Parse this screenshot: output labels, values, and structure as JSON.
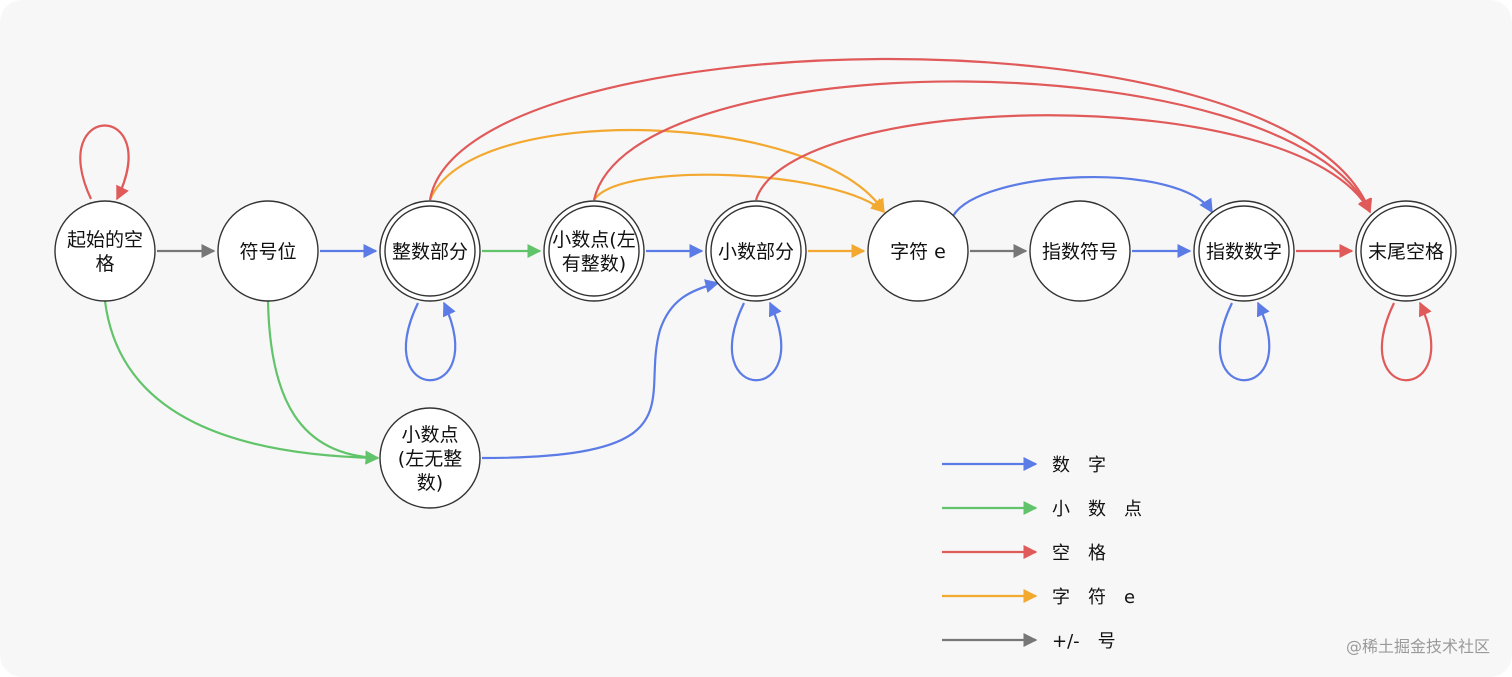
{
  "colors": {
    "digit": "#5b7be6",
    "dot": "#62c46a",
    "space": "#e05a5a",
    "e": "#f3a82f",
    "sign": "#777777",
    "background": "#f7f7f7",
    "node_fill": "#ffffff",
    "node_stroke": "#333333"
  },
  "states": [
    {
      "id": "start_space",
      "lines": [
        "起始的空",
        "格"
      ],
      "accepting": false
    },
    {
      "id": "sign",
      "lines": [
        "符号位"
      ],
      "accepting": false
    },
    {
      "id": "integer",
      "lines": [
        "整数部分"
      ],
      "accepting": true
    },
    {
      "id": "dot_left_int",
      "lines": [
        "小数点(左",
        "有整数)"
      ],
      "accepting": true
    },
    {
      "id": "fraction",
      "lines": [
        "小数部分"
      ],
      "accepting": true
    },
    {
      "id": "char_e",
      "lines": [
        "字符 e"
      ],
      "accepting": false
    },
    {
      "id": "exp_sign",
      "lines": [
        "指数符号"
      ],
      "accepting": false
    },
    {
      "id": "exp_digit",
      "lines": [
        "指数数字"
      ],
      "accepting": true
    },
    {
      "id": "end_space",
      "lines": [
        "末尾空格"
      ],
      "accepting": true
    },
    {
      "id": "dot_no_int",
      "lines": [
        "小数点",
        "(左无整",
        "数)"
      ],
      "accepting": false
    }
  ],
  "transitions": [
    {
      "from": "start_space",
      "to": "start_space",
      "kind": "space"
    },
    {
      "from": "start_space",
      "to": "sign",
      "kind": "sign"
    },
    {
      "from": "start_space",
      "to": "dot_no_int",
      "kind": "dot"
    },
    {
      "from": "sign",
      "to": "integer",
      "kind": "digit"
    },
    {
      "from": "sign",
      "to": "dot_no_int",
      "kind": "dot"
    },
    {
      "from": "integer",
      "to": "integer",
      "kind": "digit"
    },
    {
      "from": "integer",
      "to": "dot_left_int",
      "kind": "dot"
    },
    {
      "from": "integer",
      "to": "char_e",
      "kind": "e"
    },
    {
      "from": "integer",
      "to": "end_space",
      "kind": "space"
    },
    {
      "from": "dot_left_int",
      "to": "fraction",
      "kind": "digit"
    },
    {
      "from": "dot_left_int",
      "to": "char_e",
      "kind": "e"
    },
    {
      "from": "dot_left_int",
      "to": "end_space",
      "kind": "space"
    },
    {
      "from": "fraction",
      "to": "fraction",
      "kind": "digit"
    },
    {
      "from": "fraction",
      "to": "char_e",
      "kind": "e"
    },
    {
      "from": "fraction",
      "to": "end_space",
      "kind": "space"
    },
    {
      "from": "dot_no_int",
      "to": "fraction",
      "kind": "digit"
    },
    {
      "from": "char_e",
      "to": "exp_sign",
      "kind": "sign"
    },
    {
      "from": "char_e",
      "to": "exp_digit",
      "kind": "digit"
    },
    {
      "from": "exp_sign",
      "to": "exp_digit",
      "kind": "digit"
    },
    {
      "from": "exp_digit",
      "to": "exp_digit",
      "kind": "digit"
    },
    {
      "from": "exp_digit",
      "to": "end_space",
      "kind": "space"
    },
    {
      "from": "end_space",
      "to": "end_space",
      "kind": "space"
    }
  ],
  "legend": [
    {
      "kind": "digit",
      "label": "数　字"
    },
    {
      "kind": "dot",
      "label": "小　数　点"
    },
    {
      "kind": "space",
      "label": "空　格"
    },
    {
      "kind": "e",
      "label": "字　符　e"
    },
    {
      "kind": "sign",
      "label": "+/-　号"
    }
  ],
  "footer": "@稀土掘金技术社区"
}
